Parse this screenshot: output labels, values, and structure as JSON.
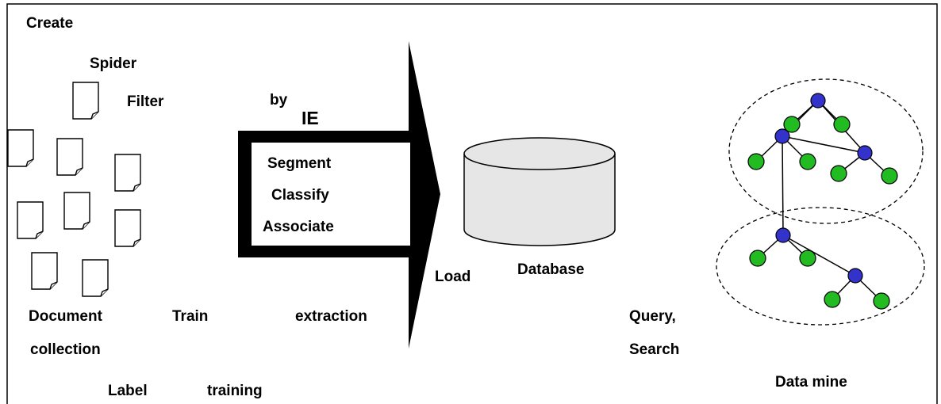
{
  "labels": {
    "create": "Create",
    "spider": "Spider",
    "filter": "Filter",
    "by": "by",
    "ie": "IE",
    "segment": "Segment",
    "classify": "Classify",
    "associate": "Associate",
    "document": "Document",
    "collection": "collection",
    "train": "Train",
    "extraction": "extraction",
    "label": "Label",
    "training": "training",
    "load": "Load",
    "database": "Database",
    "query": "Query,",
    "search": "Search",
    "data_mine": "Data mine"
  },
  "icons": {
    "document": "document-icon",
    "database": "database-cylinder-icon",
    "graph": "tree-graph-icon"
  },
  "colors": {
    "root_node": "#3333cc",
    "inner_node": "#3333cc",
    "leaf_node": "#22bb22",
    "cylinder": "#e6e6e6",
    "arrow": "#000000"
  }
}
